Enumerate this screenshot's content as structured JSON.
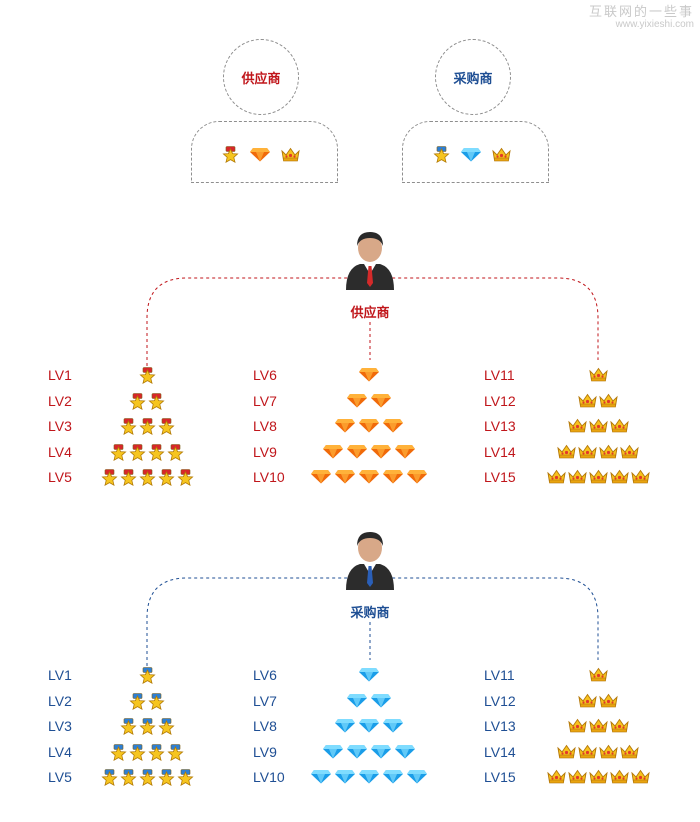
{
  "watermark": {
    "cn": "互联网的一些事",
    "url": "www.yixieshi.com"
  },
  "top": {
    "supplier_label": "供应商",
    "buyer_label": "采购商"
  },
  "supplier": {
    "label": "供应商",
    "color": "#c0161b",
    "groups": [
      {
        "icon": "medal-red",
        "levels": [
          "LV1",
          "LV2",
          "LV3",
          "LV4",
          "LV5"
        ]
      },
      {
        "icon": "diamond-orange",
        "levels": [
          "LV6",
          "LV7",
          "LV8",
          "LV9",
          "LV10"
        ]
      },
      {
        "icon": "crown",
        "levels": [
          "LV11",
          "LV12",
          "LV13",
          "LV14",
          "LV15"
        ]
      }
    ]
  },
  "buyer": {
    "label": "采购商",
    "color": "#1f4f94",
    "groups": [
      {
        "icon": "medal-blue",
        "levels": [
          "LV1",
          "LV2",
          "LV3",
          "LV4",
          "LV5"
        ]
      },
      {
        "icon": "diamond-blue",
        "levels": [
          "LV6",
          "LV7",
          "LV8",
          "LV9",
          "LV10"
        ]
      },
      {
        "icon": "crown",
        "levels": [
          "LV11",
          "LV12",
          "LV13",
          "LV14",
          "LV15"
        ]
      }
    ]
  }
}
